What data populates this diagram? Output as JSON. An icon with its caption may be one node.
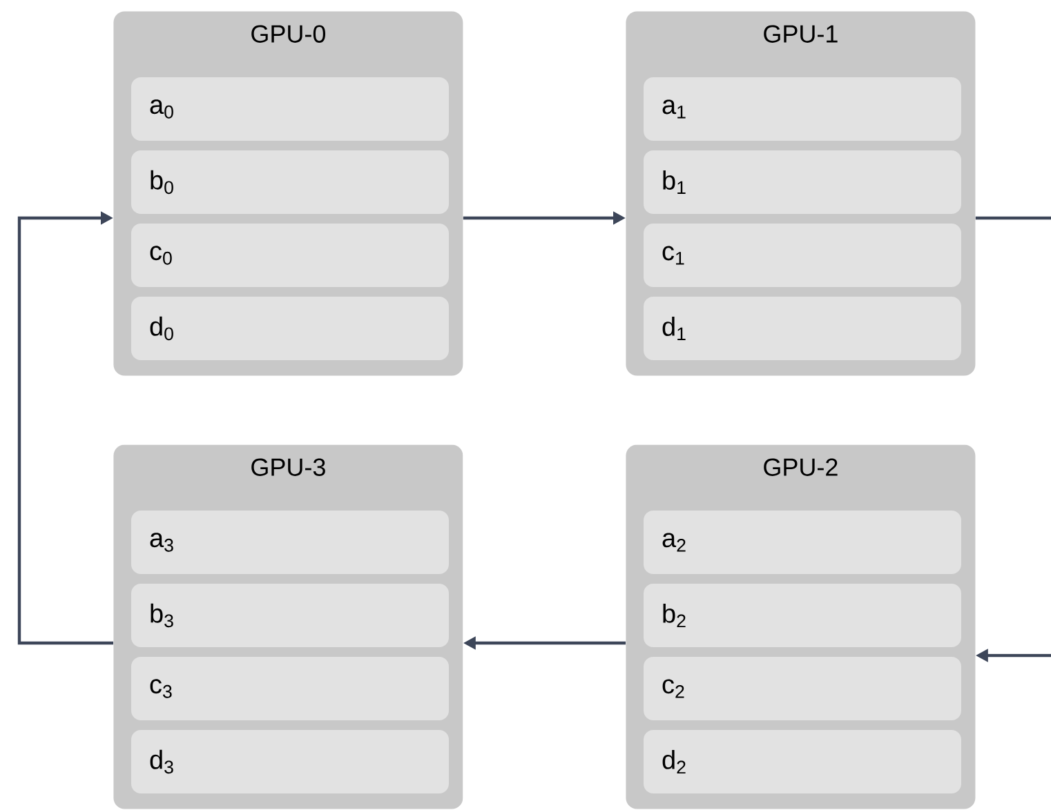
{
  "diagram": {
    "nodes": [
      {
        "text": [
          "GPU-0"
        ]
      },
      {
        "text": [
          "a$_{0}$"
        ],
        "in": 0
      },
      {
        "text": [
          "b$_{0}$"
        ],
        "in": 0
      },
      {
        "text": [
          "c$_{0}$"
        ],
        "in": 0
      },
      {
        "text": [
          "d$_{0}$"
        ],
        "in": 0
      },
      {
        "text": [
          "GPU-1"
        ]
      },
      {
        "text": [
          "a$_{1}$"
        ],
        "in": 5
      },
      {
        "text": [
          "b$_{1}$"
        ],
        "in": 5
      },
      {
        "text": [
          "c$_{1}$"
        ],
        "in": 5
      },
      {
        "text": [
          "d$_{1}$"
        ],
        "in": 5
      },
      {
        "text": [
          "GPU-3"
        ]
      },
      {
        "text": [
          "a$_{3}$"
        ],
        "in": 10
      },
      {
        "text": [
          "b$_{3}$"
        ],
        "in": 10
      },
      {
        "text": [
          "c$_{3}$"
        ],
        "in": 10
      },
      {
        "text": [
          "d$_{3}$"
        ],
        "in": 10
      },
      {
        "text": [
          "GPU-2"
        ]
      },
      {
        "text": [
          "a$_{2}$"
        ],
        "in": 15
      },
      {
        "text": [
          "b$_{2}$"
        ],
        "in": 15
      },
      {
        "text": [
          "c$_{2}$"
        ],
        "in": 15
      },
      {
        "text": [
          "d$_{2}$"
        ],
        "in": 15
      }
    ],
    "edges": [
      {
        "from": 0,
        "to": 5,
        "arrow": "to"
      },
      {
        "from": 5,
        "to": null,
        "arrow": "none"
      },
      {
        "from": null,
        "to": 15,
        "arrow": "to"
      },
      {
        "from": 15,
        "to": 10,
        "arrow": "to"
      },
      {
        "from": 10,
        "to": 0,
        "arrow": "to"
      }
    ]
  }
}
